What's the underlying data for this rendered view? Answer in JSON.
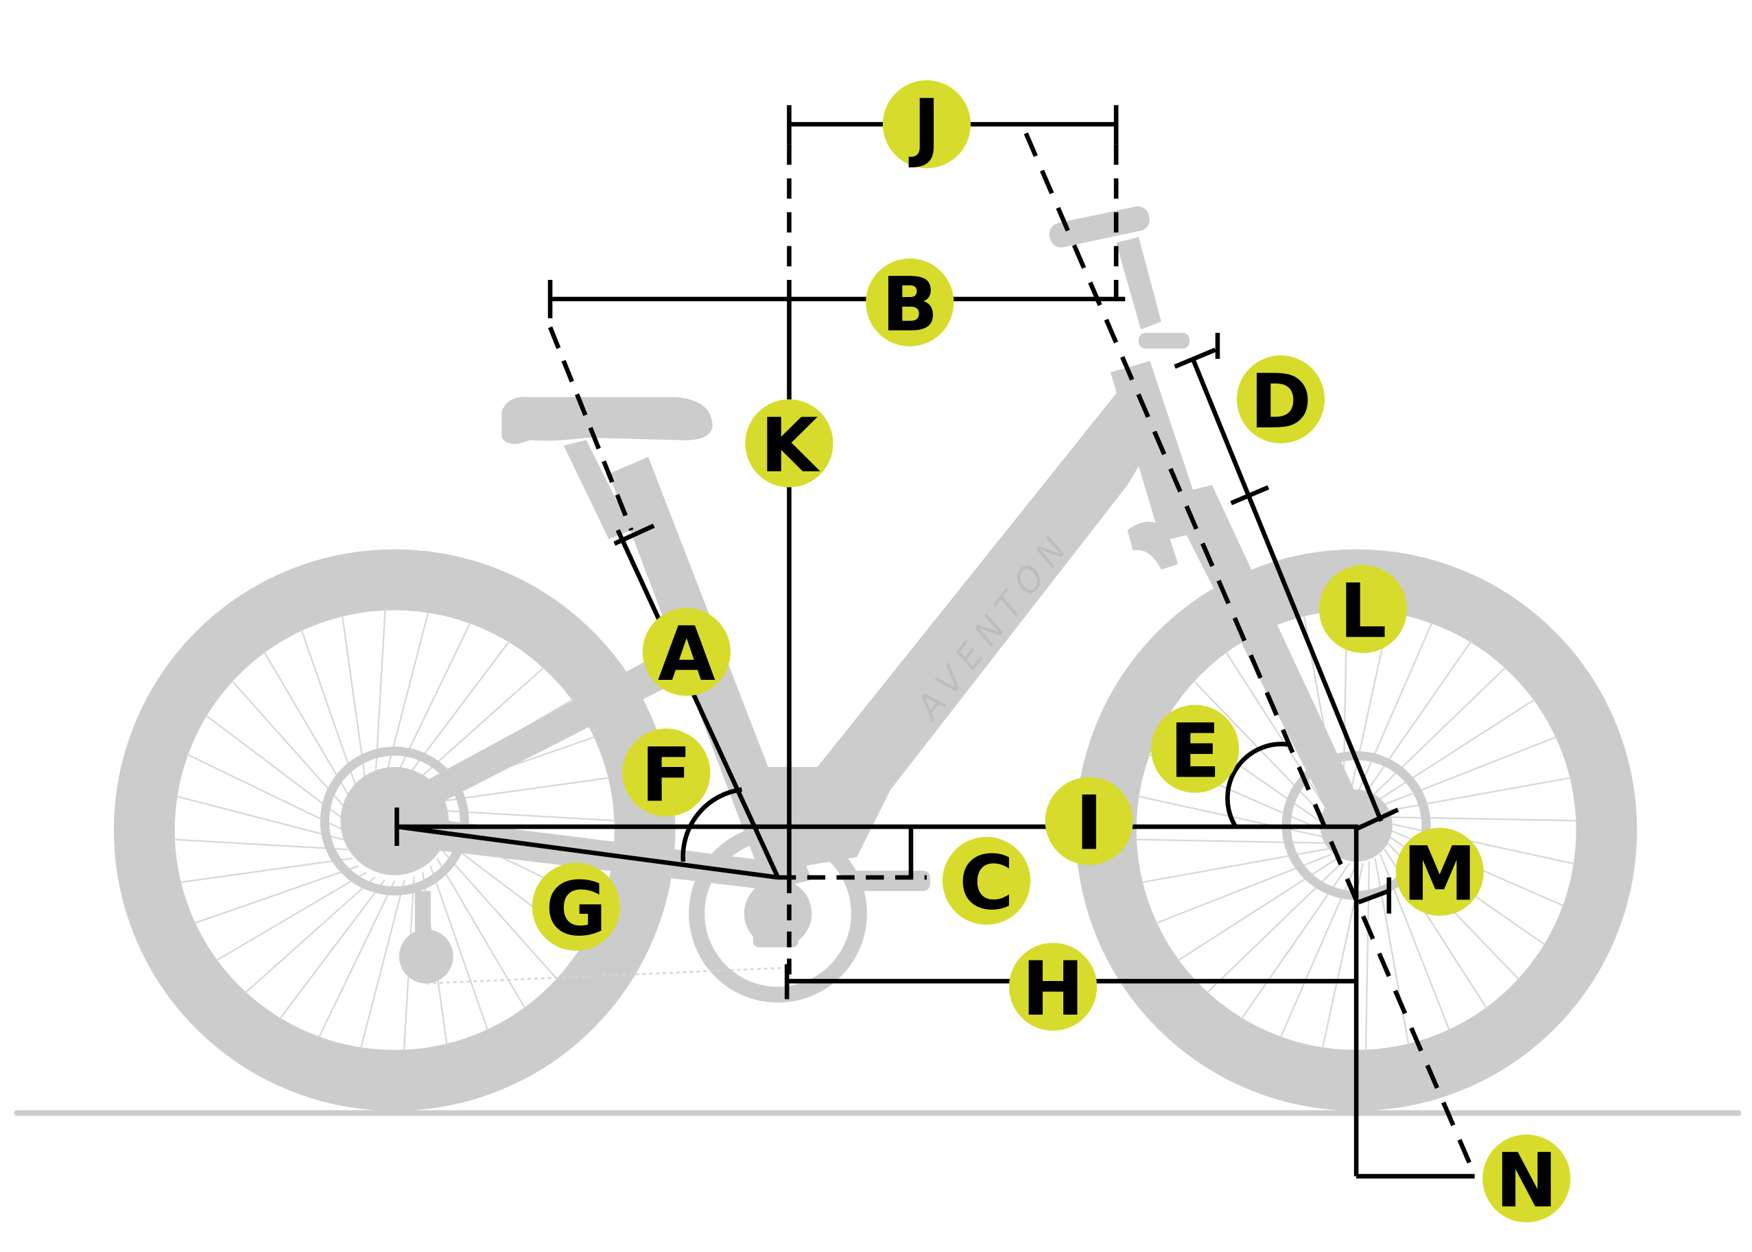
{
  "brand": "AVENTON",
  "colors": {
    "bike": "#cccccc",
    "spokes": "#cfcfcf",
    "lines": "#000000",
    "marker": "#d7dc2c",
    "ground": "#cccccc"
  },
  "labels": {
    "A": "A",
    "B": "B",
    "C": "C",
    "D": "D",
    "E": "E",
    "F": "F",
    "G": "G",
    "H": "H",
    "I": "I",
    "J": "J",
    "K": "K",
    "L": "L",
    "M": "M",
    "N": "N"
  }
}
